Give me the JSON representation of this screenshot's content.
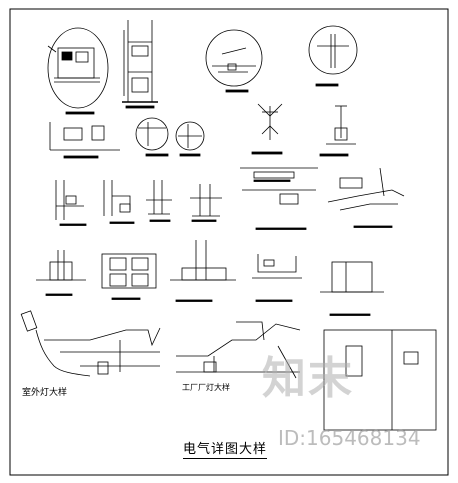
{
  "drawing": {
    "title": "电气详图大样",
    "caption_outdoor_lamp": "室外灯大样",
    "caption_factory_lamp": "工厂厂灯大样"
  },
  "watermark": {
    "logo_text": "知末",
    "id_text": "ID:165468134"
  },
  "colors": {
    "line": "#000000",
    "watermark": "#b0b0b0"
  }
}
